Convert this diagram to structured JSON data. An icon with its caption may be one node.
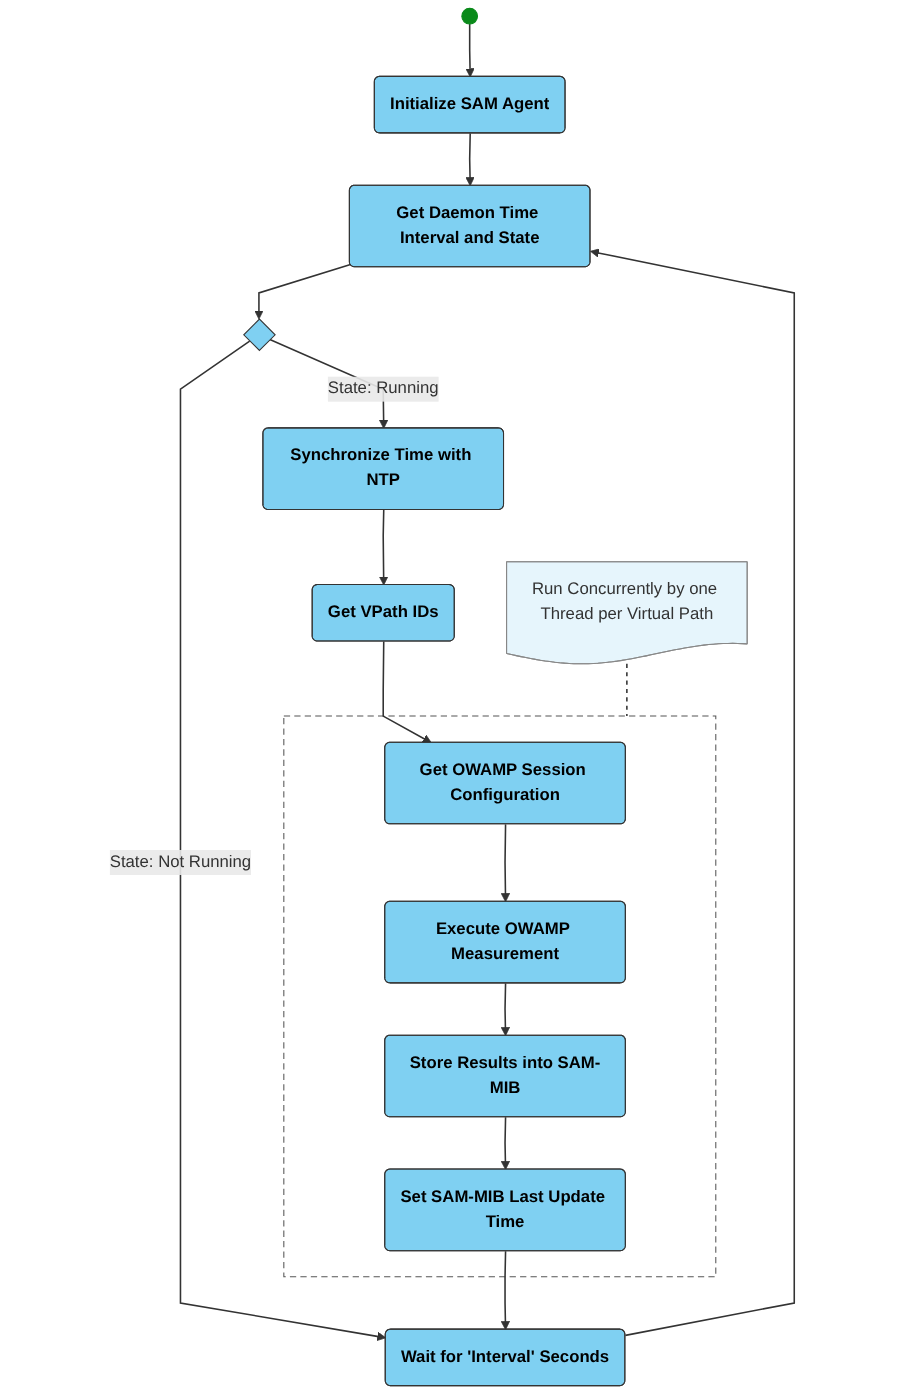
{
  "diagram": {
    "nodes": [
      {
        "text": [],
        "shape": "circle"
      },
      {
        "text": [
          "Initialize SAM Agent"
        ]
      },
      {
        "text": [
          "Get Daemon Time Interval and State"
        ]
      },
      {
        "text": [],
        "shape": "diamond"
      },
      {
        "text": [
          "Wait for 'Interval' Seconds"
        ]
      },
      {
        "text": [
          "Synchronize Time with NTP"
        ]
      },
      {
        "text": [
          "Get VPath IDs"
        ]
      },
      {
        "text": [],
        "shape": "box"
      },
      {
        "text": [
          "Get OWAMP Session Configuration"
        ],
        "in": 7
      },
      {
        "text": [
          "Execute OWAMP Measurement"
        ],
        "in": 7
      },
      {
        "text": [
          "Store Results into SAM-MIB"
        ],
        "in": 7
      },
      {
        "text": [
          "Set SAM-MIB Last Update Time"
        ],
        "in": 7
      },
      {
        "text": [
          "Run Concurrently by one Thread per Virtual Path"
        ]
      }
    ],
    "edges": [
      {
        "from": 0,
        "to": 1,
        "arrow": "to"
      },
      {
        "from": 1,
        "to": 2,
        "arrow": "to"
      },
      {
        "from": 2,
        "to": 3,
        "arrow": "to"
      },
      {
        "from": 3,
        "to": 4,
        "arrow": "to",
        "label": "State: Not Running"
      },
      {
        "from": 4,
        "to": 2,
        "arrow": "to"
      },
      {
        "from": 3,
        "to": 5,
        "arrow": "to",
        "label": "State: Running"
      },
      {
        "from": 5,
        "to": 6,
        "arrow": "to"
      },
      {
        "from": 6,
        "to": 8,
        "arrow": "to"
      },
      {
        "from": 8,
        "to": 9,
        "arrow": "to"
      },
      {
        "from": 9,
        "to": 10,
        "arrow": "to"
      },
      {
        "from": 10,
        "to": 11,
        "arrow": "to"
      },
      {
        "from": 11,
        "to": 4,
        "arrow": "to"
      },
      {
        "from": 12,
        "to": 7,
        "arrow": "none",
        "style": "dashed"
      }
    ]
  }
}
